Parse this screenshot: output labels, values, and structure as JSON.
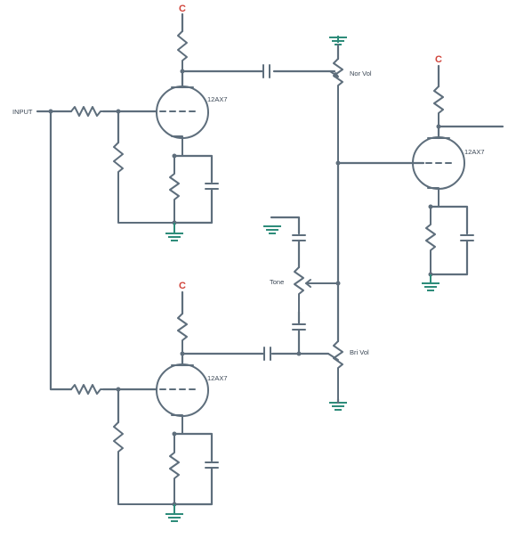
{
  "labels": {
    "input": "INPUT",
    "tube_type": "12AX7",
    "supply": "C",
    "normal_volume": "Nor Vol",
    "bright_volume": "Bri Vol",
    "tone": "Tone"
  },
  "colors": {
    "wire": "#5e6e7c",
    "ground": "#2e8c7a",
    "supply": "#d0433a"
  },
  "components": {
    "tubes": 3,
    "ground_symbols": 6,
    "supply_terminals": 3
  }
}
